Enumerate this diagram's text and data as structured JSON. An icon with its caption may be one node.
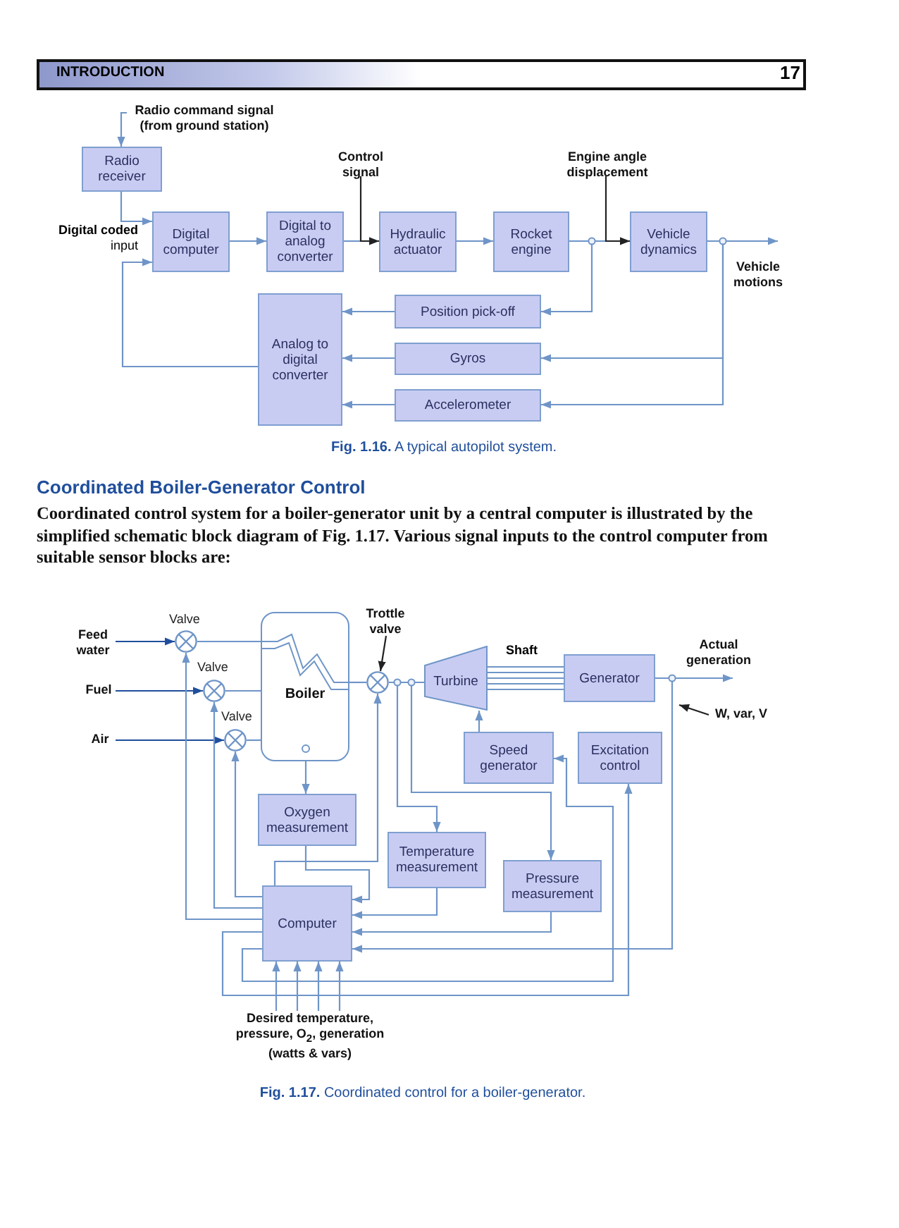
{
  "diagram": {
    "nodes": [
      {
        "text": [
          "Radio command signal (from ground station)"
        ]
      },
      {
        "text": [
          "Radio receiver"
        ]
      },
      {
        "text": [
          "Digital computer"
        ]
      },
      {
        "text": [
          "Digital to analog converter"
        ]
      },
      {
        "text": [
          "Control signal"
        ]
      },
      {
        "text": [
          "Hydraulic actuator"
        ]
      },
      {
        "text": [
          "Rocket engine"
        ]
      },
      {
        "text": [
          "Engine angle displacement"
        ]
      },
      {
        "text": [
          "Vehicle dynamics"
        ]
      },
      {
        "text": [
          "Vehicle motions"
        ]
      },
      {
        "text": [
          "Analog to digital converter"
        ]
      },
      {
        "text": [
          "Position pick-off"
        ]
      },
      {
        "text": [
          "Gyros"
        ]
      },
      {
        "text": [
          "Accelerometer"
        ]
      },
      {
        "text": [
          "Feed water"
        ]
      },
      {
        "text": [
          "Fuel"
        ]
      },
      {
        "text": [
          "Air"
        ]
      },
      {
        "text": [],
        "shape": "circle",
        "beside": [
          "Valve"
        ]
      },
      {
        "text": [],
        "shape": "circle",
        "beside": [
          "Valve"
        ]
      },
      {
        "text": [],
        "shape": "circle",
        "beside": [
          "Valve"
        ]
      },
      {
        "text": [
          "Boiler"
        ]
      },
      {
        "text": [
          "Trottle valve"
        ]
      },
      {
        "text": [],
        "shape": "circle"
      },
      {
        "text": [
          "Turbine"
        ]
      },
      {
        "text": [
          "Generator"
        ]
      },
      {
        "text": [
          "Actual generation"
        ]
      },
      {
        "text": [
          "W, var, V"
        ]
      },
      {
        "text": [
          "Speed generator"
        ]
      },
      {
        "text": [
          "Excitation control"
        ]
      },
      {
        "text": [
          "Oxygen measurement"
        ]
      },
      {
        "text": [
          "Temperature measurement"
        ]
      },
      {
        "text": [
          "Pressure measurement"
        ]
      },
      {
        "text": [
          "Computer"
        ]
      },
      {
        "text": [
          "Desired temperature, pressure, O$_{2}$, generation (watts & vars)"
        ]
      }
    ],
    "edges": [
      {
        "from": 0,
        "to": 1,
        "arrow": "to"
      },
      {
        "from": 1,
        "to": 2,
        "arrow": "to"
      },
      {
        "from": 2,
        "to": 3,
        "arrow": "to"
      },
      {
        "from": 3,
        "to": 5,
        "arrow": "to"
      },
      {
        "from": 4,
        "to": 5,
        "arrow": "to",
        "color": "#222222"
      },
      {
        "from": 5,
        "to": 6,
        "arrow": "to"
      },
      {
        "from": 6,
        "to": 8,
        "arrow": "to"
      },
      {
        "from": 7,
        "to": 8,
        "arrow": "to",
        "color": "#222222"
      },
      {
        "from": 8,
        "to": 9,
        "arrow": "to"
      },
      {
        "from": 6,
        "to": 11,
        "arrow": "to"
      },
      {
        "from": 8,
        "to": 12,
        "arrow": "to"
      },
      {
        "from": 8,
        "to": 13,
        "arrow": "to"
      },
      {
        "from": 11,
        "to": 10,
        "arrow": "to"
      },
      {
        "from": 12,
        "to": 10,
        "arrow": "to"
      },
      {
        "from": 13,
        "to": 10,
        "arrow": "to"
      },
      {
        "from": 10,
        "to": 2,
        "arrow": "to"
      },
      {
        "from": 14,
        "to": 17,
        "arrow": "to",
        "color": "#1f4e9c"
      },
      {
        "from": 15,
        "to": 18,
        "arrow": "to",
        "color": "#1f4e9c"
      },
      {
        "from": 16,
        "to": 19,
        "arrow": "to",
        "color": "#1f4e9c"
      },
      {
        "from": 17,
        "to": 20,
        "arrow": "none"
      },
      {
        "from": 18,
        "to": 20,
        "arrow": "none"
      },
      {
        "from": 19,
        "to": 20,
        "arrow": "none"
      },
      {
        "from": 20,
        "to": 22,
        "arrow": "none"
      },
      {
        "from": 22,
        "to": 23,
        "arrow": "none"
      },
      {
        "from": 23,
        "to": 24,
        "arrow": "none",
        "label": "Shaft"
      },
      {
        "from": 24,
        "to": 25,
        "arrow": "to"
      },
      {
        "from": 21,
        "to": 22,
        "arrow": "to",
        "color": "#222222"
      },
      {
        "from": 26,
        "to": null,
        "arrow": "to",
        "color": "#222222"
      },
      {
        "from": 20,
        "to": 29,
        "arrow": "to"
      },
      {
        "from": 29,
        "to": 32,
        "arrow": "to"
      },
      {
        "from": 32,
        "to": 22,
        "arrow": "to"
      },
      {
        "from": 22,
        "to": 30,
        "arrow": "to"
      },
      {
        "from": 23,
        "to": 31,
        "arrow": "to"
      },
      {
        "from": 30,
        "to": 32,
        "arrow": "to"
      },
      {
        "from": 31,
        "to": 32,
        "arrow": "to"
      },
      {
        "from": 24,
        "to": 32,
        "arrow": "to"
      },
      {
        "from": 27,
        "to": 23,
        "arrow": "to"
      },
      {
        "from": 32,
        "to": 19,
        "arrow": "to"
      },
      {
        "from": 32,
        "to": 18,
        "arrow": "to"
      },
      {
        "from": 32,
        "to": 17,
        "arrow": "to"
      },
      {
        "from": 32,
        "to": 28,
        "arrow": "to"
      },
      {
        "from": 32,
        "to": 27,
        "arrow": "to"
      },
      {
        "from": 33,
        "to": 32,
        "arrow": "to"
      },
      {
        "from": 33,
        "to": 32,
        "arrow": "to"
      },
      {
        "from": 33,
        "to": 32,
        "arrow": "to"
      },
      {
        "from": 33,
        "to": 32,
        "arrow": "to"
      }
    ],
    "labels": [
      "INTRODUCTION",
      "17",
      "**Digital coded** input",
      "**Fig. 1.16.** A typical autopilot system.",
      "Coordinated Boiler-Generator Control",
      "Coordinated control system for a boiler-generator unit by a central computer is illustrated by the simplified schematic block diagram of Fig. 1.17. Various signal inputs to the control computer from suitable sensor blocks are:",
      "**Fig. 1.17.** Coordinated control for a boiler-generator."
    ]
  }
}
